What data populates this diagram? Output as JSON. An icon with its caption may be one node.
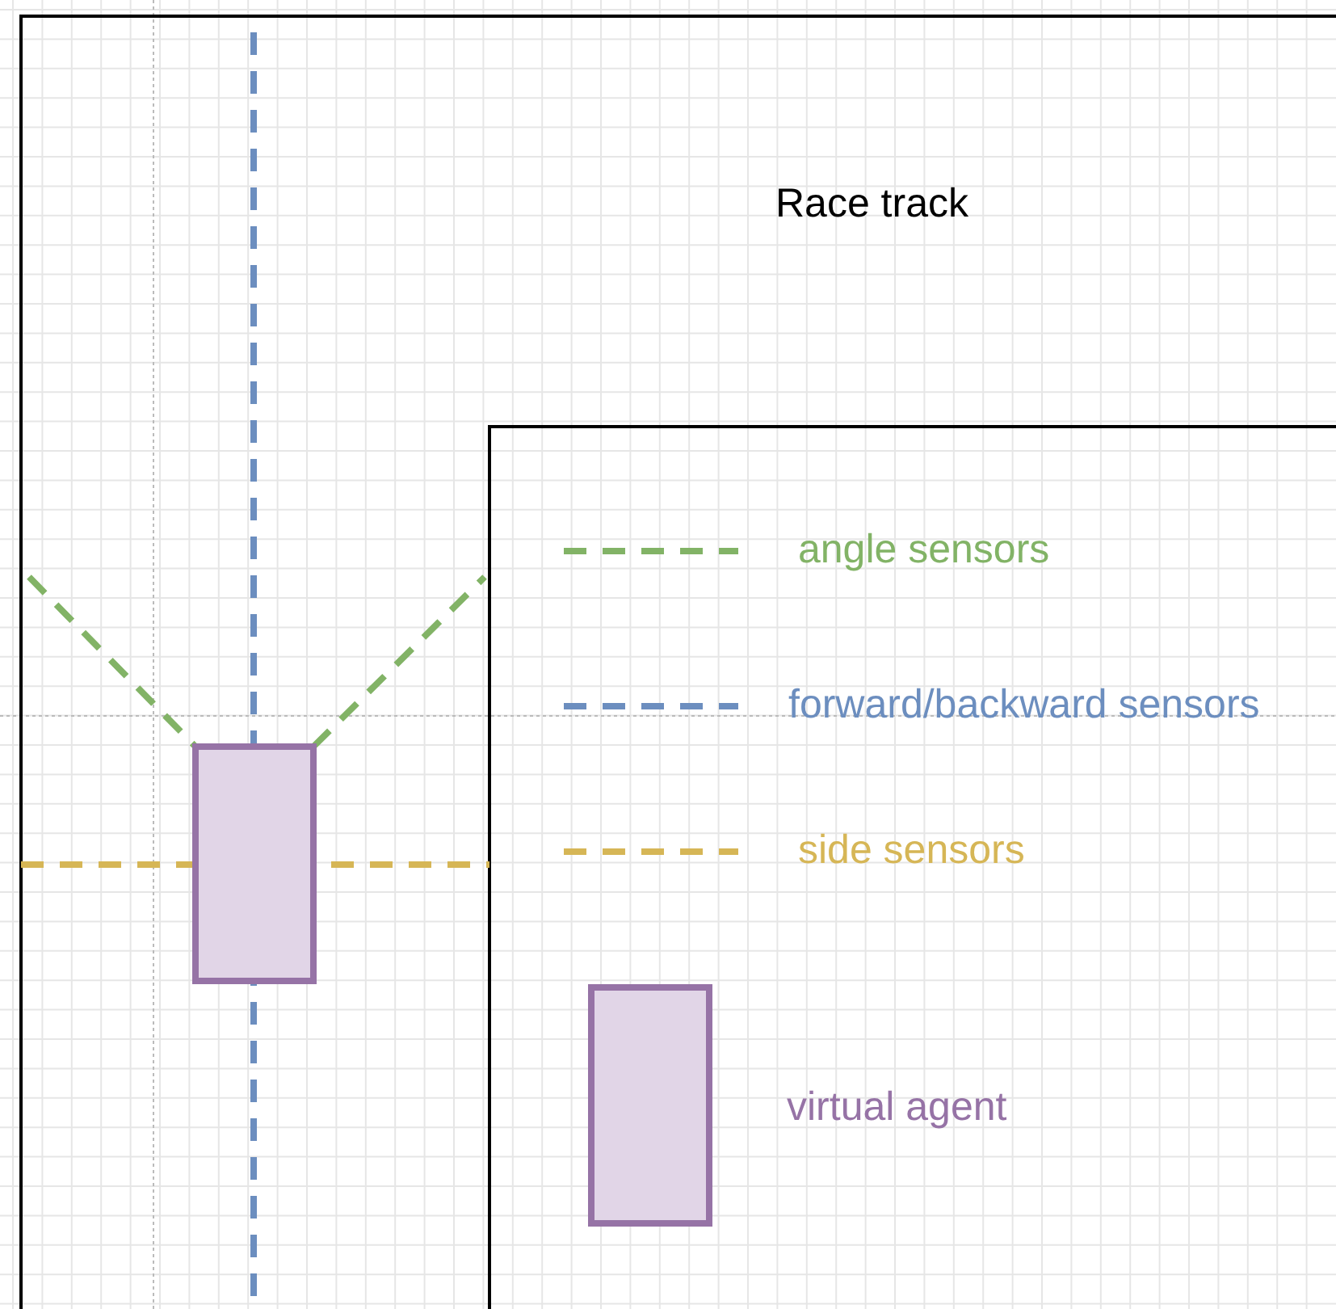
{
  "diagram": {
    "nodes": [
      {
        "text": [],
        "shape": "box"
      },
      {
        "text": [],
        "shape": "box"
      }
    ],
    "labels": [
      "Race track"
    ],
    "legend": [
      {
        "text": "angle sensors"
      },
      {
        "text": "forward/backward sensors"
      },
      {
        "text": "side sensors"
      },
      {
        "text": "virtual agent"
      }
    ]
  }
}
